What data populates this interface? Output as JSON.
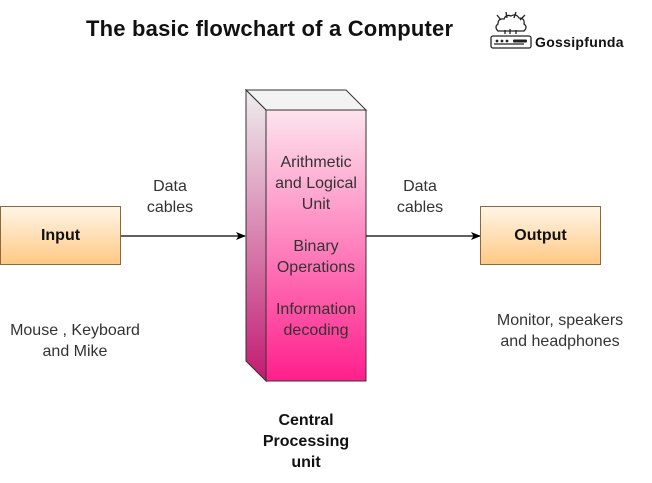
{
  "title": "The basic flowchart of a Computer",
  "brand": {
    "name": "Gossipfunda",
    "logo_icon": "gossip-logo-icon"
  },
  "input": {
    "label": "Input",
    "description_line1": "Mouse , Keyboard",
    "description_line2": "and Mike"
  },
  "output": {
    "label": "Output",
    "description_line1": "Monitor, speakers",
    "description_line2": "and headphones"
  },
  "left_connector": {
    "line1": "Data",
    "line2": "cables"
  },
  "right_connector": {
    "line1": "Data",
    "line2": "cables"
  },
  "cpu": {
    "functions": [
      [
        "Arithmetic",
        "and Logical",
        "Unit"
      ],
      [
        "Binary",
        "Operations"
      ],
      [
        "Information",
        "decoding"
      ]
    ],
    "caption_line1": "Central",
    "caption_line2": "Processing",
    "caption_line3": "unit"
  },
  "colors": {
    "io_box_top": "#fff5e6",
    "io_box_bottom": "#ffc985",
    "cpu_front_top": "#fde4ee",
    "cpu_front_bottom": "#ff1f8c",
    "arrow": "#000000"
  }
}
